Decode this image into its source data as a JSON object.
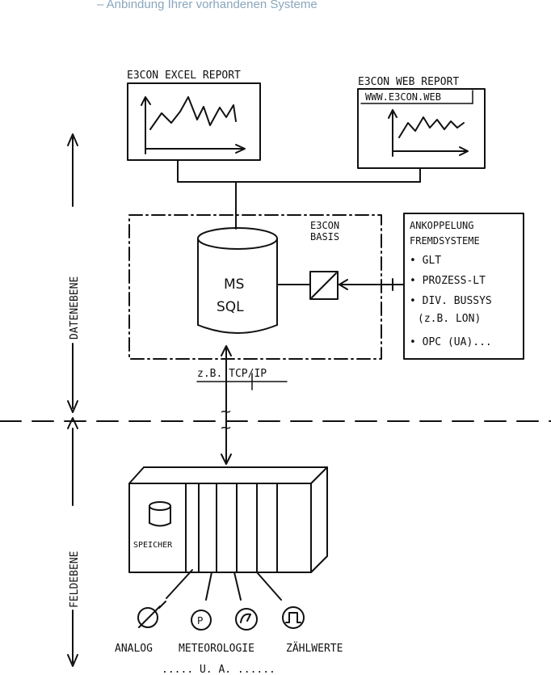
{
  "header": {
    "bullet": "–  Anbindung Ihrer vorhandenen Systeme"
  },
  "reports": {
    "excel_title": "E3CON EXCEL REPORT",
    "web_title": "E3CON WEB REPORT",
    "web_url": "WWW.E3CON.WEB"
  },
  "basis": {
    "title_line1": "E3CON",
    "title_line2": "BASIS",
    "db_line1": "MS",
    "db_line2": "SQL"
  },
  "foreign": {
    "title_line1": "ANKOPPELUNG",
    "title_line2": "FREMDSYSTEME",
    "items": [
      "• GLT",
      "• PROZESS-LT",
      "• DIV. BUSSYS",
      "(z.B. LON)",
      "• OPC (UA)..."
    ]
  },
  "connection": {
    "label": "z.B. TCP/IP",
    "tilde": "~"
  },
  "levels": {
    "data": "DATENEBENE",
    "field": "FELDEBENE"
  },
  "controller": {
    "memory_label": "SPEICHER"
  },
  "sensors": {
    "analog": "ANALOG",
    "meteo": "METEOROLOGIE",
    "count": "ZÄHLWERTE",
    "etc": "..... U. A. ......",
    "p_symbol": "P"
  }
}
